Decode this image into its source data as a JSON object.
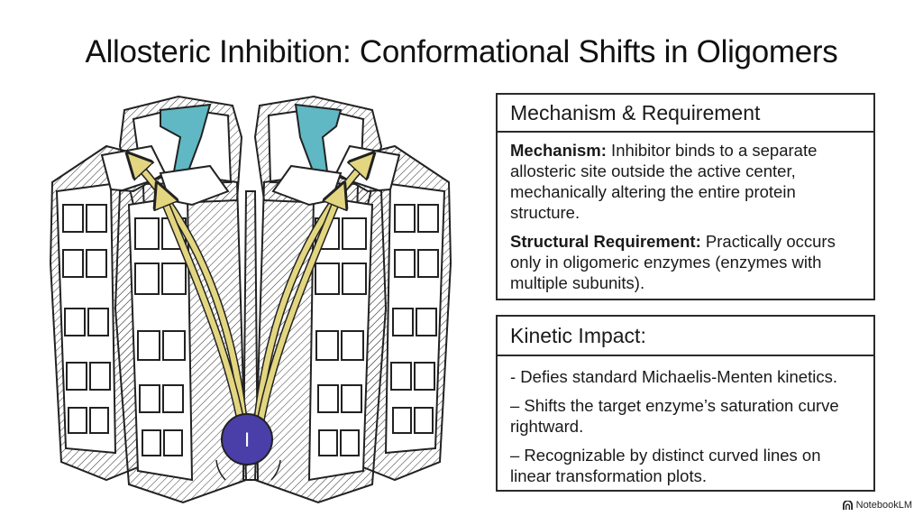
{
  "title": "Allosteric Inhibition: Conformational Shifts in Oligomers",
  "illustration": {
    "inhibitor_label": "I",
    "colors": {
      "active_site": "#5fb8c4",
      "arrow": "#e3d680",
      "inhibitor": "#4a3fa8",
      "outline": "#222222"
    }
  },
  "panel_mechanism": {
    "heading": "Mechanism & Requirement",
    "items": [
      {
        "term": "Mechanism:",
        "text": " Inhibitor binds to a separate allosteric site outside the active center, mechanically altering the entire protein structure."
      },
      {
        "term": "Structural Requirement:",
        "text": " Practically occurs only in oligomeric enzymes (enzymes with multiple subunits)."
      }
    ]
  },
  "panel_kinetic": {
    "heading": "Kinetic Impact:",
    "items": [
      "- Defies standard Michaelis-Menten kinetics.",
      "– Shifts the target enzyme’s saturation curve rightward.",
      "– Recognizable by distinct curved lines on linear transformation plots."
    ]
  },
  "brand": "NotebookLM"
}
